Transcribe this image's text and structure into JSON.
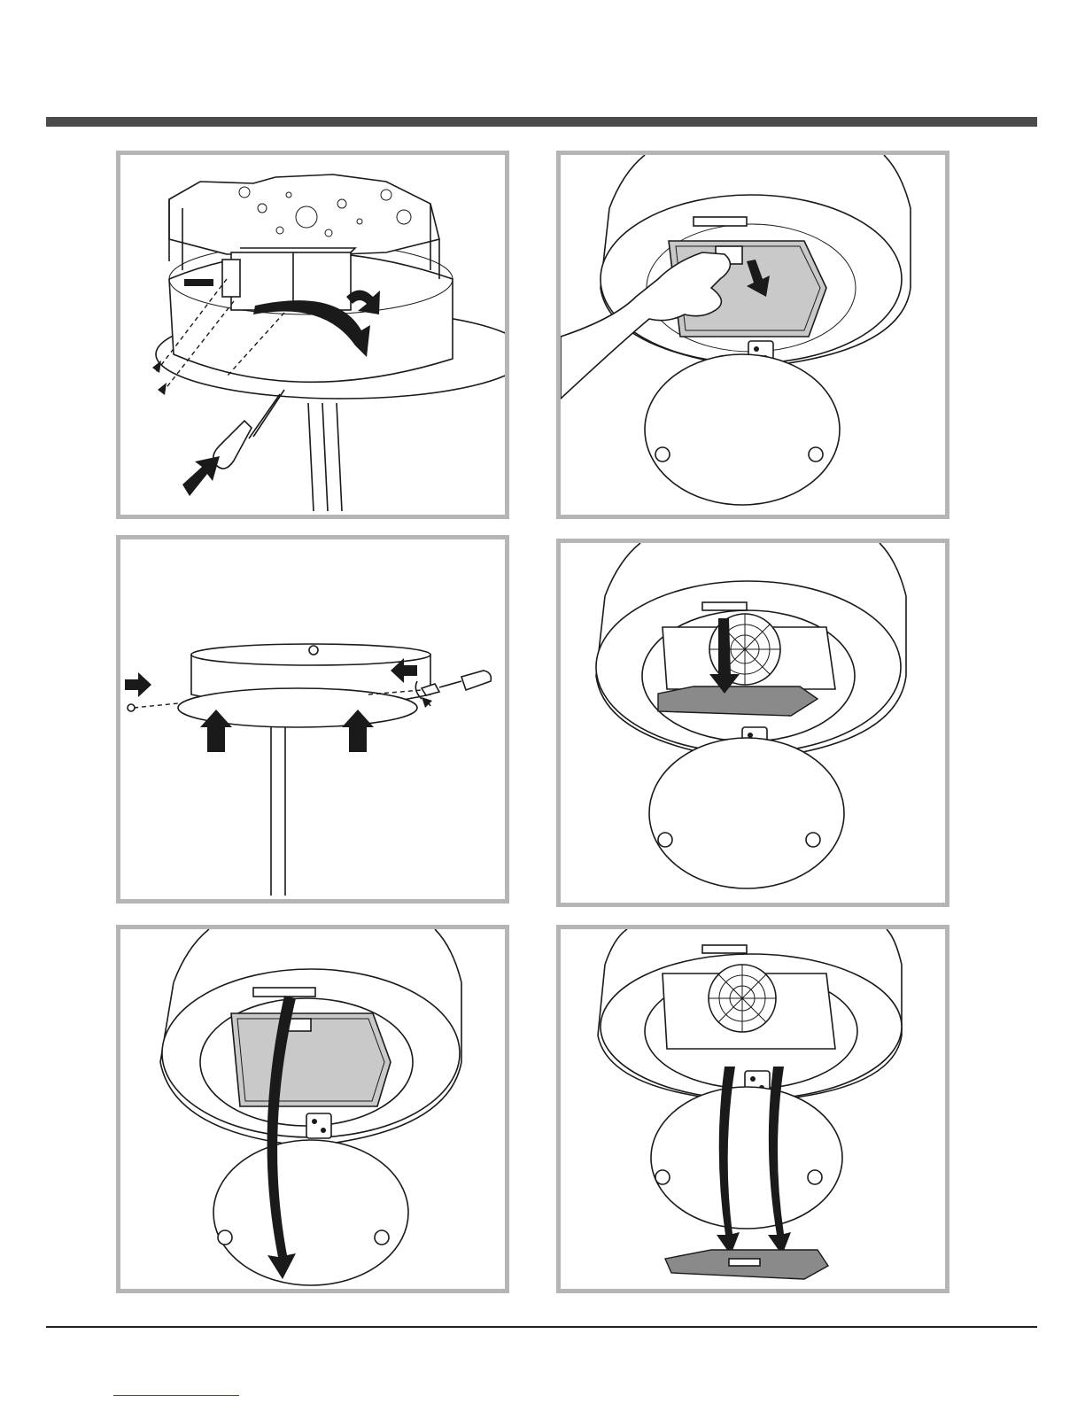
{
  "page": {
    "rule_color": "#4b4b4b",
    "panel_border_color": "#b5b5b5",
    "link_underline_color": "#2a3fd6"
  },
  "figures": [
    {
      "id": "fig-1",
      "icon": "screwdriver-bracket-mounting"
    },
    {
      "id": "fig-2",
      "icon": "hand-removing-grease-filter"
    },
    {
      "id": "fig-3",
      "icon": "canopy-side-screws"
    },
    {
      "id": "fig-4",
      "icon": "filter-lowering-from-fan"
    },
    {
      "id": "fig-5",
      "icon": "open-panel-arrow"
    },
    {
      "id": "fig-6",
      "icon": "filter-removed-from-hood"
    }
  ]
}
